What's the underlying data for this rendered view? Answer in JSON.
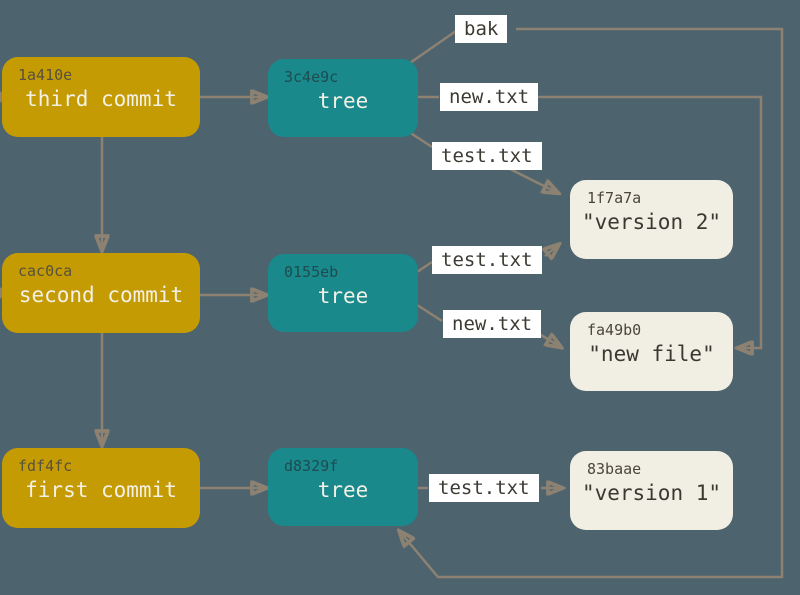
{
  "colors": {
    "background": "#4d636e",
    "commit_node": "#c59b04",
    "tree_node": "#19898c",
    "blob_node": "#f1efe3",
    "edge_line": "#8d8272",
    "edge_label_bg": "#ffffff",
    "edge_label_text": "#3d3a33"
  },
  "commits": [
    {
      "hash": "1a410e",
      "label": "third commit"
    },
    {
      "hash": "cac0ca",
      "label": "second commit"
    },
    {
      "hash": "fdf4fc",
      "label": "first commit"
    }
  ],
  "trees": [
    {
      "hash": "3c4e9c",
      "label": "tree"
    },
    {
      "hash": "0155eb",
      "label": "tree"
    },
    {
      "hash": "d8329f",
      "label": "tree"
    }
  ],
  "blobs": [
    {
      "hash": "1f7a7a",
      "label": "\"version 2\""
    },
    {
      "hash": "fa49b0",
      "label": "\"new file\""
    },
    {
      "hash": "83baae",
      "label": "\"version 1\""
    }
  ],
  "edge_labels": {
    "bak": "bak",
    "tree_3c4e9c_new": "new.txt",
    "tree_3c4e9c_test": "test.txt",
    "tree_0155eb_test": "test.txt",
    "tree_0155eb_new": "new.txt",
    "tree_d8329f_test": "test.txt"
  }
}
